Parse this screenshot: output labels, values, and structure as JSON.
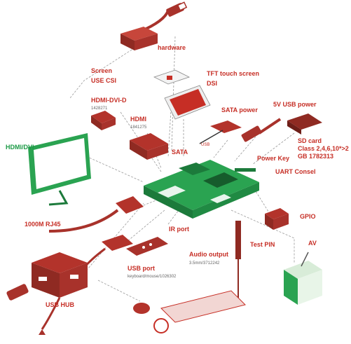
{
  "labels": {
    "hardware": "hardware",
    "screen": "Screen",
    "use_csi": "USE CSI",
    "tft": "TFT touch screen",
    "dsi": "DSI",
    "hdmi_dvi_d": "HDMI-DVI-D",
    "hdmi_dvi_d_code": "1428271",
    "hdmi": "HDMI",
    "hdmi_code": "1841275",
    "hdmi_dvi": "HDMI/DVI",
    "sata_power": "SATA power",
    "usb_power": "5V USB power",
    "sd_card": "SD card",
    "sd_class": "Class 2,4,6,10*>2",
    "sd_gb": "GB 1782313",
    "power_key": "Power Key",
    "uart": "UART Consel",
    "sata": "SATA",
    "usb": "USB",
    "rj45": "1000M RJ45",
    "ir": "IR port",
    "gpio": "GPIO",
    "test_pin": "Test PIN",
    "av": "AV",
    "audio": "Audio output",
    "audio_code": "3.5mm/3712242",
    "usb_port": "USB port",
    "usb_port_code": "keyboard/mouse/1026302",
    "usb_hub": "USB HUB"
  },
  "colors": {
    "accent": "#c62e25",
    "board": "#2aa351",
    "device": "#a8322b"
  }
}
